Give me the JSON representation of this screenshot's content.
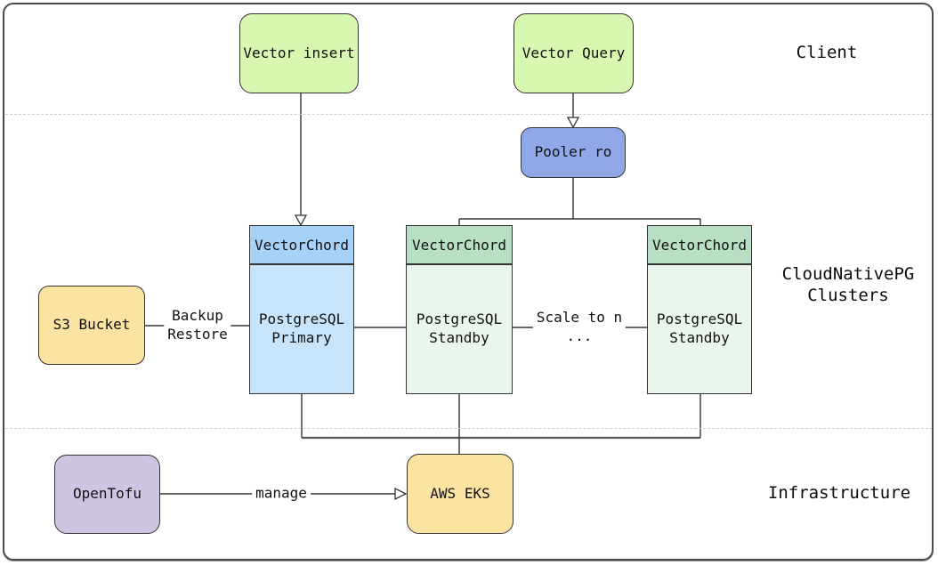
{
  "diagram": {
    "sections": [
      {
        "id": "client",
        "label": "Client"
      },
      {
        "id": "cloudnativepg",
        "label": "CloudNativePG\nClusters"
      },
      {
        "id": "infrastructure",
        "label": "Infrastructure"
      }
    ],
    "nodes": {
      "vector_insert": {
        "label": "Vector insert"
      },
      "vector_query": {
        "label": "Vector Query"
      },
      "pooler": {
        "label": "Pooler ro"
      },
      "primary": {
        "header": "VectorChord",
        "label": "PostgreSQL\nPrimary"
      },
      "standby1": {
        "header": "VectorChord",
        "label": "PostgreSQL\nStandby"
      },
      "standby2": {
        "header": "VectorChord",
        "label": "PostgreSQL\nStandby"
      },
      "s3_bucket": {
        "label": "S3 Bucket"
      },
      "opentofu": {
        "label": "OpenTofu"
      },
      "aws_eks": {
        "label": "AWS EKS"
      }
    },
    "edges": {
      "backup_restore": {
        "label": "Backup\nRestore"
      },
      "scale_to_n": {
        "label": "Scale to n\n..."
      },
      "manage": {
        "label": "manage"
      }
    },
    "colors": {
      "client_node_fill": "#d8f7b0",
      "pooler_fill": "#90a8e8",
      "primary_header_fill": "#a8d1f8",
      "primary_body_fill": "#c8e4fb",
      "standby_header_fill": "#b8dfc3",
      "standby_body_fill": "#eaf6ec",
      "storage_fill": "#fbe3a2",
      "opentofu_fill": "#cdc5e2",
      "node_border": "#343434",
      "connector": "#333333",
      "section_divider": "#cdcdcd",
      "frame_border": "#4a4a4a"
    }
  }
}
